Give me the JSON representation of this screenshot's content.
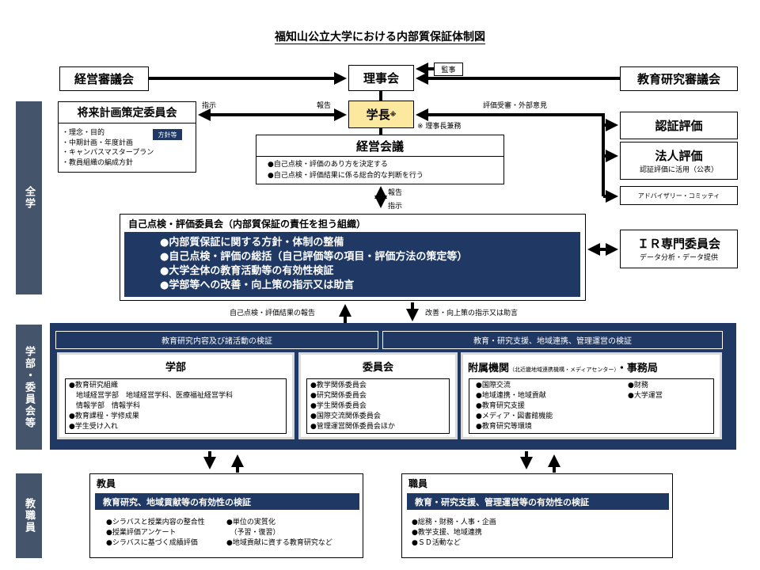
{
  "title": "福知山公立大学における内部質保証体制図",
  "side": {
    "zengaku": "全学",
    "gakubu": "学部・委員会等",
    "kyoshokuin": "教職員"
  },
  "keiei_shingikai": "経営審議会",
  "rijikai": "理事会",
  "kanji": "監事",
  "kyoiku_shingikai": "教育研究審議会",
  "shorai": {
    "title": "将来計画策定委員会",
    "badge": "方針等",
    "items": [
      "・理念・目的",
      "・中期計画・年度計画",
      "・キャンパスマスタープラン",
      "・教員組織の編成方針"
    ]
  },
  "labels": {
    "shiji": "指示",
    "hokoku": "報告",
    "hyoka": "評価受審・外部意見",
    "note": "※ 理事長兼務",
    "hokoku2": "報告",
    "shiji2": "指示",
    "up": "自己点検・評価結果の報告",
    "down": "改善・向上策の指示又は助言"
  },
  "gakucho": "学長",
  "gakucho_mark": "※",
  "keiei_kaigi": {
    "title": "経営会議",
    "items": [
      "●自己点検・評価のあり方を決定する",
      "●自己点検・評価結果に係る総合的な判断を行う"
    ]
  },
  "ninsho": "認証評価",
  "hojin": {
    "title": "法人評価",
    "sub": "認証評価に活用（公表）"
  },
  "advisory": "アドバイザリー・コミッティ",
  "ir": {
    "title": "ＩＲ専門委員会",
    "sub": "データ分析・データ提供"
  },
  "jiko": {
    "title": "自己点検・評価委員会（内部質保証の責任を担う組織）",
    "items": [
      "●内部質保証に関する方針・体制の整備",
      "●自己点検・評価の総括（自己評価等の項目・評価方法の策定等）",
      "●大学全体の教育活動等の有効性検証",
      "●学部等への改善・向上策の指示又は助言"
    ]
  },
  "bars": [
    "教育研究内容及び諸活動の検証",
    "教育・研究支援、地域連携、管理運営の検証"
  ],
  "gakubu": {
    "title": "学部",
    "items": [
      "●教育研究組織",
      "　地域経営学部　地域経営学科、医療福祉経営学科",
      "　情報学部　情報学科",
      "●教育課程・学修成果",
      "●学生受け入れ"
    ]
  },
  "iinkai": {
    "title": "委員会",
    "items": [
      "●教学関係委員会",
      "●研究関係委員会",
      "●学生関係委員会",
      "●国際交流関係委員会",
      "●管理運営関係委員会ほか"
    ]
  },
  "fuzoku": {
    "title": "附属機関",
    "paren": "（北近畿地域連携機構・メディアセンター）",
    "tail": "・事務局",
    "items": [
      "●国際交流",
      "●地域連携・地域貢献",
      "●教育研究支援",
      "●メディア・図書館機能",
      "●教育研究等環境"
    ],
    "items2": [
      "●財務",
      "●大学運営"
    ]
  },
  "kyoin": {
    "title": "教員",
    "bar": "教育研究、地域貢献等の有効性の検証",
    "col1": [
      "●シラバスと授業内容の整合性",
      "●授業評価アンケート",
      "●シラバスに基づく成績評価"
    ],
    "col2": [
      "●単位の実質化",
      "　（予習・復習）",
      "●地域貢献に資する教育研究など"
    ]
  },
  "shokuin": {
    "title": "職員",
    "bar": "教育・研究支援、管理運営等の有効性の検証",
    "items": [
      "●総務・財務・人事・企画",
      "●教学支援、地域連携",
      "●ＳＤ活動など"
    ]
  },
  "colors": {
    "navy": "#1f3864",
    "slate": "#44546a",
    "yellow": "#fde8a0"
  }
}
